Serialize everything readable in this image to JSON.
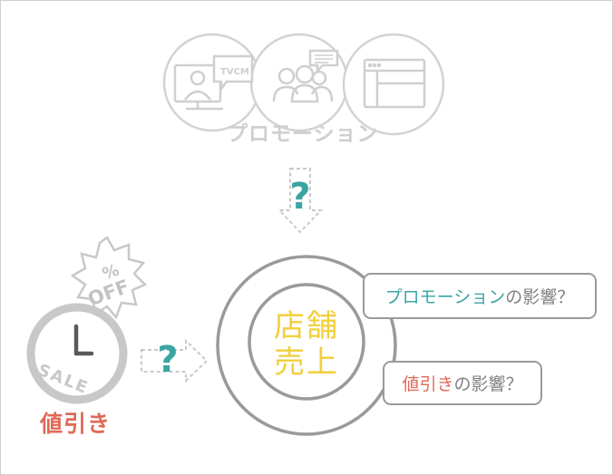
{
  "promotion": {
    "title": "プロモーション",
    "tv_label": "TVCM"
  },
  "store_sales": {
    "line1": "店舗",
    "line2": "売上"
  },
  "discount": {
    "title": "値引き",
    "tag_percent": "%",
    "tag_off": "OFF",
    "clock_text": "SALE"
  },
  "question_mark": "?",
  "callouts": {
    "promo": {
      "highlight": "プロモーション",
      "rest": "の影響？"
    },
    "discount": {
      "highlight": "値引き",
      "rest": "の影響？"
    }
  },
  "colors": {
    "teal": "#3aa5a3",
    "coral": "#e06a57",
    "yellow": "#f2cf3a",
    "gray": "#cfcfcf"
  }
}
